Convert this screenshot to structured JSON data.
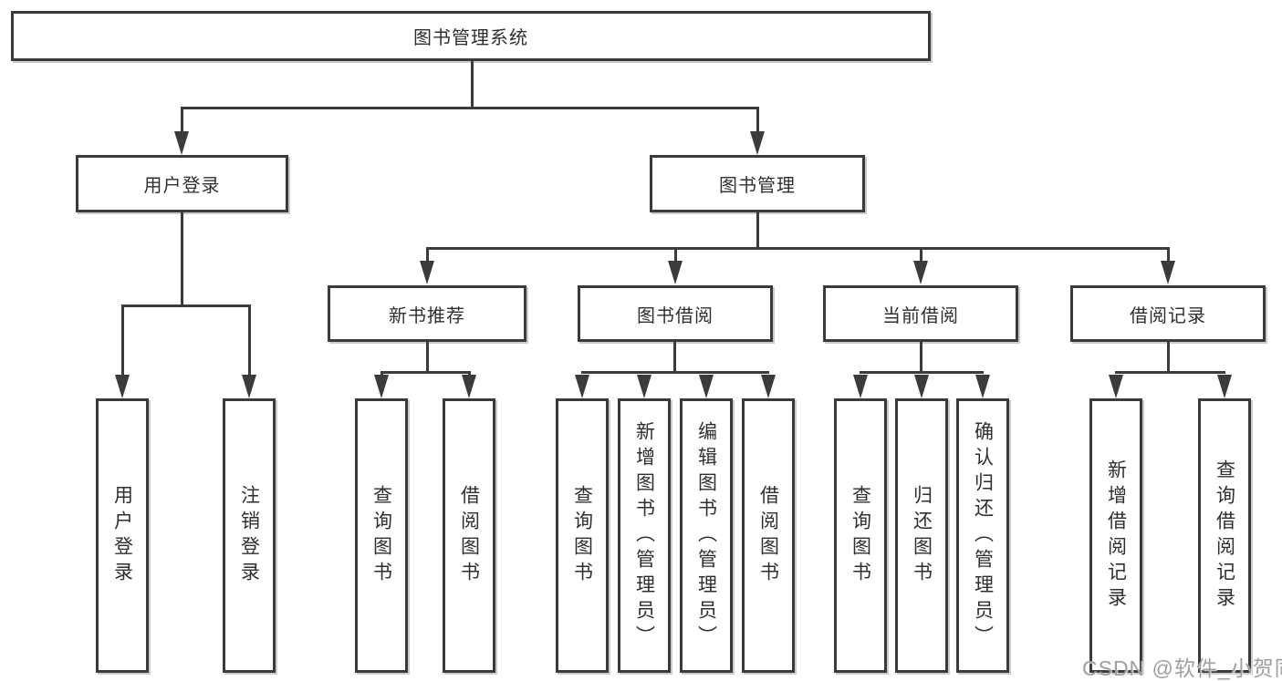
{
  "diagram": {
    "title": "图书管理系统",
    "tree": {
      "root": "图书管理系统",
      "children": [
        {
          "label": "用户登录",
          "leaves": [
            "用户登录",
            "注销登录"
          ]
        },
        {
          "label": "图书管理",
          "children": [
            {
              "label": "新书推荐",
              "leaves": [
                "查询图书",
                "借阅图书"
              ]
            },
            {
              "label": "图书借阅",
              "leaves": [
                "查询图书",
                "新增图书（管理员）",
                "编辑图书（管理员）",
                "借阅图书"
              ]
            },
            {
              "label": "当前借阅",
              "leaves": [
                "查询图书",
                "归还图书",
                "确认归还（管理员）"
              ]
            },
            {
              "label": "借阅记录",
              "leaves": [
                "新增借阅记录",
                "查询借阅记录"
              ]
            }
          ]
        }
      ]
    },
    "colors": {
      "line": "#3b3b3b",
      "box_fill": "#ffffff",
      "text": "#2f2f2f",
      "watermark": "#9f9f9f"
    }
  },
  "watermark": {
    "text": "CSDN @软件_小贺同学"
  }
}
